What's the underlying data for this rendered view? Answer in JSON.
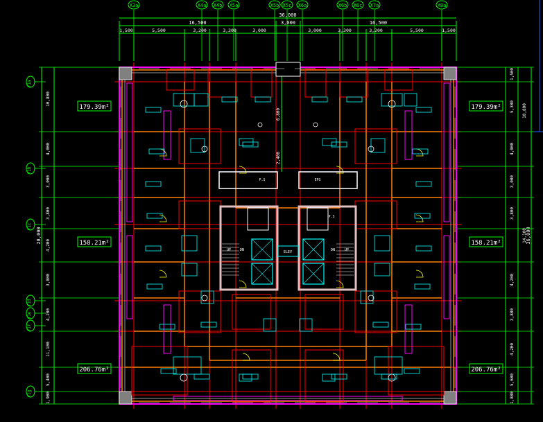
{
  "colors": {
    "background": "#000000",
    "dimension": "#00ff00",
    "axis": "#ff0000",
    "wall": "#ff8000",
    "wall_outer": "#ff00ff",
    "furniture": "#00ffff",
    "outline": "#ffffff",
    "room_text": "#ffffff",
    "core": "#c0c0c0",
    "door": "#ffff00",
    "label_box": "#00ffff",
    "area_box": "#00ff00"
  },
  "axes_top": [
    {
      "id": "X3a",
      "label": "X3a"
    },
    {
      "id": "X4a",
      "label": "X4a"
    },
    {
      "id": "X4b",
      "label": "X4b"
    },
    {
      "id": "X5a",
      "label": "X5a"
    },
    {
      "id": "X5b",
      "label": "X5b"
    },
    {
      "id": "X5c",
      "label": "X5c"
    },
    {
      "id": "X6a",
      "label": "X6a"
    },
    {
      "id": "X6b",
      "label": "X6b"
    },
    {
      "id": "X6c",
      "label": "X6c"
    },
    {
      "id": "X7a",
      "label": "X7a"
    },
    {
      "id": "X8a",
      "label": "X8a"
    }
  ],
  "axes_left": [
    {
      "id": "Y1a",
      "label": "Y1a"
    },
    {
      "id": "Y1b",
      "label": "Y1b"
    },
    {
      "id": "Y1c",
      "label": "Y1c"
    },
    {
      "id": "Y1d",
      "label": "Y1d"
    },
    {
      "id": "Y1e",
      "label": "Y1e"
    },
    {
      "id": "Y1f",
      "label": "Y1f"
    },
    {
      "id": "Y1g",
      "label": "Y1g"
    }
  ],
  "dims_top_total": "36,000",
  "dims_top_mid": [
    "16,500",
    "3,000",
    "16,500"
  ],
  "dims_top_detail": [
    "1,500",
    "5,500",
    "3,200",
    "3,300",
    "3,000",
    "3,000",
    "3,300",
    "3,200",
    "5,500",
    "1,500"
  ],
  "dims_left_outer": "28,000",
  "dims_left": [
    "10,800",
    "4,000",
    "3,000",
    "3,800",
    "4,200",
    "3,800",
    "4,200",
    "11,100",
    "5,400",
    "1,900"
  ],
  "dims_right": [
    "1,500",
    "5,300",
    "10,800",
    "4,000",
    "3,000",
    "3,800",
    "14,100",
    "4,200",
    "3,800",
    "4,200",
    "5,600",
    "1,800"
  ],
  "dims_right_total": "36,000",
  "dims_center": [
    "6,800",
    "2,400"
  ],
  "areas": [
    {
      "id": "nw",
      "text": "179.39m²"
    },
    {
      "id": "ne",
      "text": "179.39m²"
    },
    {
      "id": "w",
      "text": "158.21m²"
    },
    {
      "id": "e",
      "text": "158.21m²"
    },
    {
      "id": "sw",
      "text": "206.76m²"
    },
    {
      "id": "se",
      "text": "206.76m²"
    }
  ],
  "core_labels": {
    "eps": "EPS",
    "ps": "P.S",
    "up": "UP",
    "dn": "DN",
    "elev": "ELEV"
  }
}
